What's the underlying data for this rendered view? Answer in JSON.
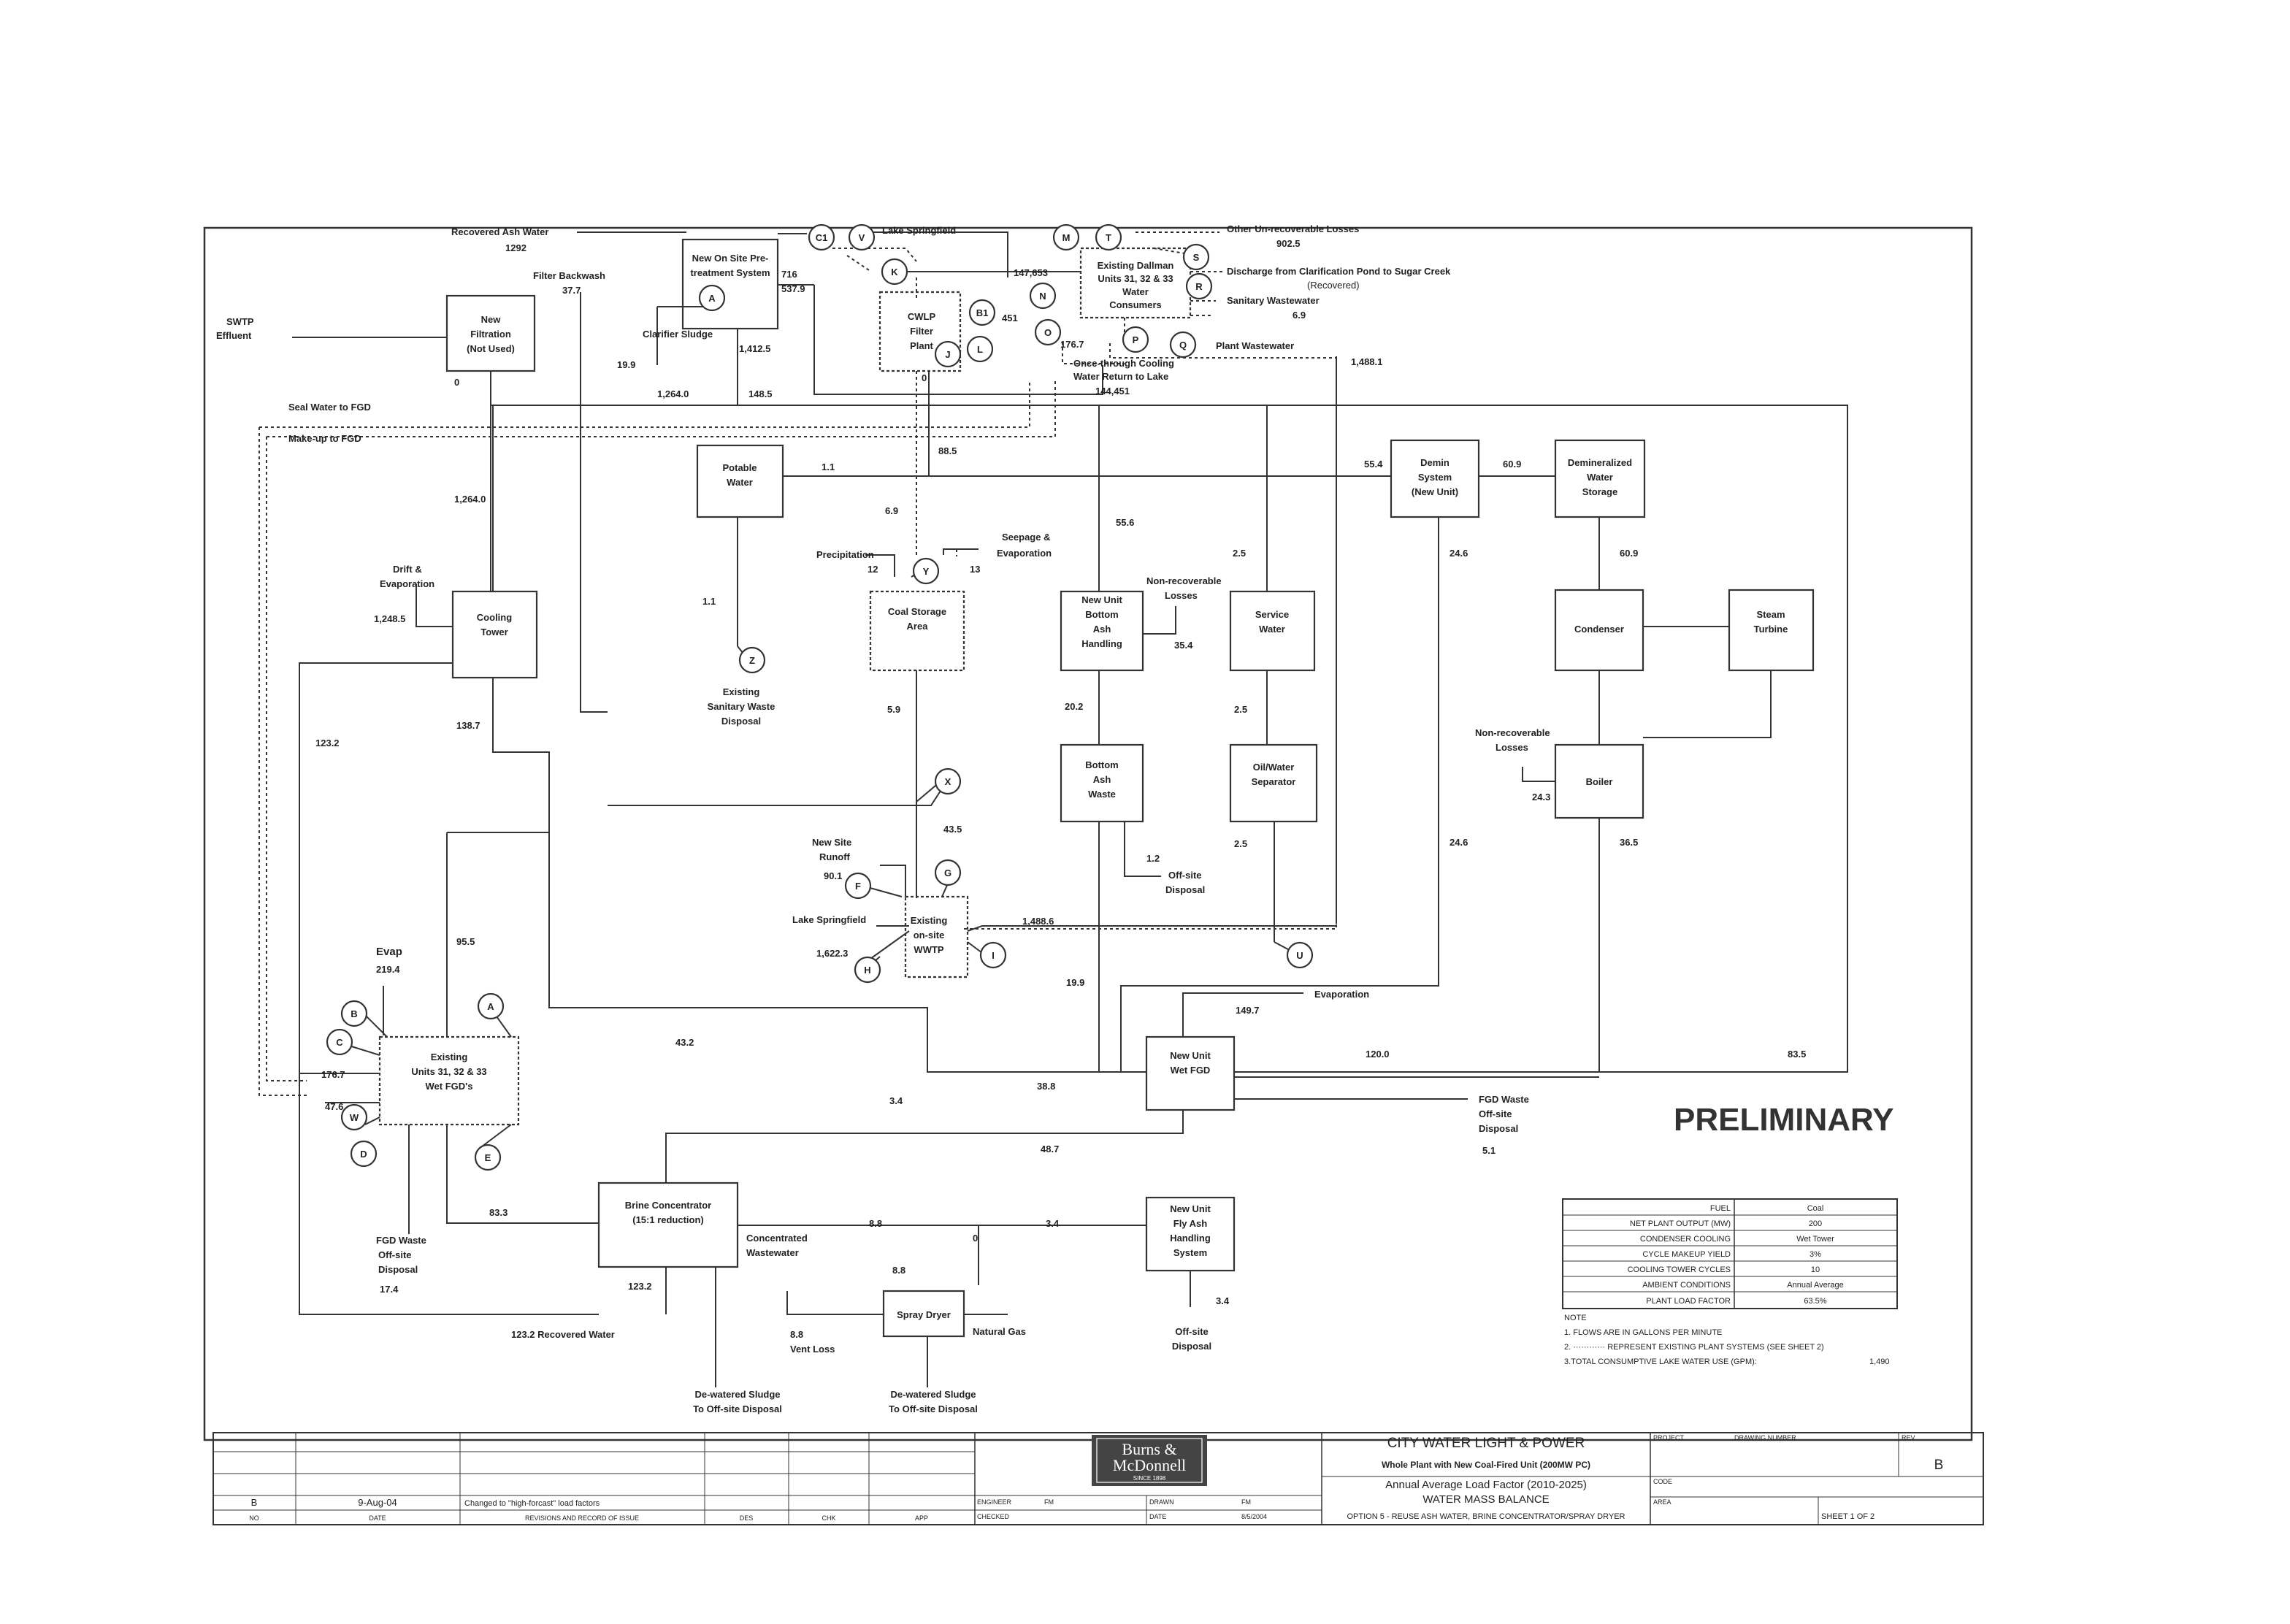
{
  "preliminary": "PRELIMINARY",
  "nodes": {
    "swtp": [
      "SWTP",
      "Effluent"
    ],
    "new_filtration": [
      "New",
      "Filtration",
      "(Not Used)"
    ],
    "new_onsite_pretreat": [
      "New On Site Pre-",
      "treatment System"
    ],
    "cwlp_filter": [
      "CWLP",
      "Filter",
      "Plant"
    ],
    "existing_dallman": [
      "Existing Dallman",
      "Units 31, 32 & 33",
      "Water",
      "Consumers"
    ],
    "potable_water": [
      "Potable",
      "Water"
    ],
    "demin_system": [
      "Demin",
      "System",
      "(New Unit)"
    ],
    "demin_storage": [
      "Demineralized",
      "Water",
      "Storage"
    ],
    "cooling_tower": [
      "Cooling",
      "Tower"
    ],
    "coal_storage": [
      "Coal Storage",
      "Area"
    ],
    "new_unit_bottom_ash": [
      "New Unit",
      "Bottom",
      "Ash",
      "Handling"
    ],
    "service_water": [
      "Service",
      "Water"
    ],
    "condenser": [
      "Condenser"
    ],
    "steam_turbine": [
      "Steam",
      "Turbine"
    ],
    "bottom_ash_waste": [
      "Bottom",
      "Ash",
      "Waste"
    ],
    "oil_water_sep": [
      "Oil/Water",
      "Separator"
    ],
    "boiler": [
      "Boiler"
    ],
    "existing_wwtp": [
      "Existing",
      "on-site",
      "WWTP"
    ],
    "existing_fgd": [
      "Existing",
      "Units 31, 32 & 33",
      "Wet FGD's"
    ],
    "new_unit_fgd": [
      "New Unit",
      "Wet FGD"
    ],
    "brine_concentrator": [
      "Brine Concentrator",
      "(15:1 reduction)"
    ],
    "fly_ash": [
      "New Unit",
      "Fly Ash",
      "Handling",
      "System"
    ],
    "spray_dryer": [
      "Spray Dryer"
    ]
  },
  "labels": {
    "recovered_ash_water": "Recovered Ash Water",
    "filter_backwash": "Filter Backwash",
    "clarifier_sludge": "Clarifier Sludge",
    "lake_springfield_top": "Lake Springfield",
    "other_losses": "Other Un-recoverable Losses",
    "discharge_clarification": "Discharge from Clarification Pond to Sugar Creek",
    "recovered": "(Recovered)",
    "sanitary_wastewater": "Sanitary Wastewater",
    "once_through": "Once-through Cooling",
    "water_return": "Water Return to Lake",
    "plant_wastewater": "Plant Wastewater",
    "seal_water": "Seal Water to FGD",
    "makeup_fgd": "Make-up to FGD",
    "drift": "Drift &",
    "drift2": "Evaporation",
    "precipitation": "Precipitation",
    "seepage": "Seepage &",
    "seepage2": "Evaporation",
    "existing_sanitary": "Existing",
    "existing_sanitary2": "Sanitary Waste",
    "existing_sanitary3": "Disposal",
    "nonrec1": "Non-recoverable",
    "nonrec1b": "Losses",
    "nonrec2": "Non-recoverable",
    "nonrec2b": "Losses",
    "new_site_runoff": "New Site",
    "new_site_runoff2": "Runoff",
    "lake_springfield_left": "Lake Springfield",
    "offsite_disposal_1": "Off-site",
    "offsite_disposal_1b": "Disposal",
    "evap": "Evap",
    "evaporation": "Evaporation",
    "fgd_waste_new": "FGD Waste",
    "fgd_waste_new2": "Off-site",
    "fgd_waste_new3": "Disposal",
    "fgd_waste_ex": "FGD Waste",
    "fgd_waste_ex2": "Off-site",
    "fgd_waste_ex3": "Disposal",
    "concentrated": "Concentrated",
    "concentrated2": "Wastewater",
    "recovered_water": "123.2  Recovered Water",
    "vent_loss": "Vent Loss",
    "natural_gas": "Natural Gas",
    "dewatered1": "De-watered Sludge",
    "dewatered1b": "To Off-site Disposal",
    "dewatered2": "De-watered Sludge",
    "dewatered2b": "To Off-site Disposal",
    "offsite_fly": "Off-site",
    "offsite_fly2": "Disposal"
  },
  "values": {
    "v1292": "1292",
    "v37_7": "37.7",
    "v716": "716",
    "v537_9": "537.9",
    "v147653": "147,653",
    "v902_5": "902.5",
    "v6_9a": "6.9",
    "v451": "451",
    "v176_7a": "176.7",
    "v144451": "144,451",
    "v1488_1": "1,488.1",
    "v0a": "0",
    "v19_9": "19.9",
    "v1412_5": "1,412.5",
    "v1264_0a": "1,264.0",
    "v148_5": "148.5",
    "v0b": "0",
    "v88_5": "88.5",
    "v1_1a": "1.1",
    "v55_4": "55.4",
    "v60_9a": "60.9",
    "v60_9b": "60.9",
    "v1264_0b": "1,264.0",
    "v6_9b": "6.9",
    "v12": "12",
    "v13": "13",
    "v55_6": "55.6",
    "v2_5a": "2.5",
    "v24_6a": "24.6",
    "v1248_5": "1,248.5",
    "v1_1b": "1.1",
    "v35_4": "35.4",
    "v20_2": "20.2",
    "v5_9": "5.9",
    "v2_5b": "2.5",
    "v123_2a": "123.2",
    "v138_7": "138.7",
    "v24_3": "24.3",
    "v24_6b": "24.6",
    "v36_5": "36.5",
    "v43_5": "43.5",
    "v1_2": "1.2",
    "v2_5c": "2.5",
    "v90_1": "90.1",
    "v1622_3": "1,622.3",
    "v1488_6": "1,488.6",
    "v95_5": "95.5",
    "v219_4": "219.4",
    "v19_9b": "19.9",
    "v149_7": "149.7",
    "v43_2": "43.2",
    "v176_7b": "176.7",
    "v47_6": "47.6",
    "v120_0": "120.0",
    "v83_5": "83.5",
    "v3_4a": "3.4",
    "v38_8": "38.8",
    "v48_7": "48.7",
    "v5_1": "5.1",
    "v83_3": "83.3",
    "v8_8a": "8.8",
    "v0c": "0",
    "v3_4b": "3.4",
    "v17_4": "17.4",
    "v123_2b": "123.2",
    "v8_8b": "8.8",
    "v8_8c": "8.8",
    "v3_4c": "3.4"
  },
  "circles": [
    "C1",
    "V",
    "K",
    "B1",
    "J",
    "L",
    "M",
    "T",
    "S",
    "R",
    "N",
    "O",
    "P",
    "Q",
    "A",
    "Y",
    "Z",
    "X",
    "G",
    "F",
    "H",
    "I",
    "U",
    "B",
    "C",
    "W",
    "D",
    "E",
    "A"
  ],
  "params_table": {
    "rows": [
      {
        "label": "FUEL",
        "value": "Coal"
      },
      {
        "label": "NET PLANT OUTPUT (MW)",
        "value": "200"
      },
      {
        "label": "CONDENSER COOLING",
        "value": "Wet Tower"
      },
      {
        "label": "CYCLE MAKEUP YIELD",
        "value": "3%"
      },
      {
        "label": "COOLING TOWER CYCLES",
        "value": "10"
      },
      {
        "label": "AMBIENT CONDITIONS",
        "value": "Annual Average"
      },
      {
        "label": "PLANT LOAD FACTOR",
        "value": "63.5%"
      }
    ],
    "note": "NOTE",
    "note1": "1.  FLOWS ARE IN GALLONS PER MINUTE",
    "note2": "2.  ············  REPRESENT EXISTING PLANT SYSTEMS (SEE SHEET 2)",
    "note3": "3.TOTAL CONSUMPTIVE LAKE WATER USE (GPM):",
    "note3_value": "1,490"
  },
  "title_block": {
    "client": "CITY WATER LIGHT & POWER",
    "subtitle": "Whole Plant with New Coal-Fired Unit (200MW PC)",
    "load": "Annual Average Load Factor (2010-2025)",
    "drawing": "WATER MASS BALANCE",
    "option": "OPTION 5 - REUSE ASH WATER, BRINE CONCENTRATOR/SPRAY DRYER",
    "logo1": "Burns &",
    "logo2": "McDonnell",
    "logo3": "SINCE 1898",
    "rev": "B",
    "rev_mark": "B",
    "rev_date": "9-Aug-04",
    "rev_desc": "Changed to \"high-forcast\" load factors",
    "h_no": "NO",
    "h_date": "DATE",
    "h_rev": "REVISIONS AND RECORD OF ISSUE",
    "h_des": "DES",
    "h_chk": "CHK",
    "h_app": "APP",
    "engineer": "ENGINEER",
    "checked": "CHECKED",
    "drawn": "DRAWN",
    "date_lbl": "DATE",
    "fm": "FM",
    "fm2": "FM",
    "date_val": "8/5/2004",
    "project": "PROJECT",
    "drawing_number": "DRAWING NUMBER",
    "rev_lbl": "REV",
    "code": "CODE",
    "area": "AREA",
    "sheet": "SHEET 1 OF 2"
  }
}
